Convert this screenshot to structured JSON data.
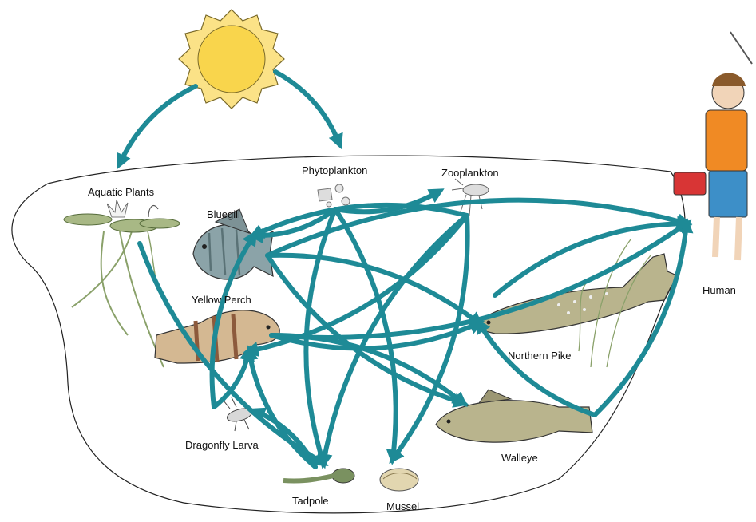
{
  "diagram": {
    "type": "pond food web",
    "colors": {
      "arrow": "#1e8a96",
      "sun_fill": "#fbe287",
      "sun_stroke": "#7a6a2a",
      "pond_outline": "#222222",
      "fish_body": "#b9b48d",
      "fish_dark": "#6e7b56",
      "bluegill": "#8ba3a8",
      "perch_stripe": "#8c5a3c",
      "plant": "#8aa16a",
      "vest": "#f08a24",
      "shorts": "#3d8fc8",
      "tackle_box": "#d83535"
    },
    "organisms": {
      "sun": {
        "label": "",
        "icon": "sun-icon"
      },
      "aquatic_plants": {
        "label": "Aquatic Plants",
        "icon": "aquatic-plants-icon"
      },
      "phytoplankton": {
        "label": "Phytoplankton",
        "icon": "phytoplankton-icon"
      },
      "zooplankton": {
        "label": "Zooplankton",
        "icon": "zooplankton-icon"
      },
      "bluegill": {
        "label": "Bluegill",
        "icon": "bluegill-icon"
      },
      "yellow_perch": {
        "label": "Yellow Perch",
        "icon": "yellow-perch-icon"
      },
      "northern_pike": {
        "label": "Northern Pike",
        "icon": "northern-pike-icon"
      },
      "walleye": {
        "label": "Walleye",
        "icon": "walleye-icon"
      },
      "dragonfly_larva": {
        "label": "Dragonfly Larva",
        "icon": "dragonfly-larva-icon"
      },
      "tadpole": {
        "label": "Tadpole",
        "icon": "tadpole-icon"
      },
      "mussel": {
        "label": "Mussel",
        "icon": "mussel-icon"
      },
      "human": {
        "label": "Human",
        "icon": "human-icon"
      }
    },
    "energy_flows": [
      [
        "sun",
        "aquatic_plants"
      ],
      [
        "sun",
        "phytoplankton"
      ],
      [
        "phytoplankton",
        "zooplankton"
      ],
      [
        "phytoplankton",
        "bluegill"
      ],
      [
        "phytoplankton",
        "tadpole"
      ],
      [
        "phytoplankton",
        "mussel"
      ],
      [
        "zooplankton",
        "bluegill"
      ],
      [
        "zooplankton",
        "yellow_perch"
      ],
      [
        "zooplankton",
        "tadpole"
      ],
      [
        "zooplankton",
        "mussel"
      ],
      [
        "aquatic_plants",
        "tadpole"
      ],
      [
        "bluegill",
        "northern_pike"
      ],
      [
        "bluegill",
        "walleye"
      ],
      [
        "bluegill",
        "human"
      ],
      [
        "yellow_perch",
        "northern_pike"
      ],
      [
        "yellow_perch",
        "walleye"
      ],
      [
        "yellow_perch",
        "human"
      ],
      [
        "dragonfly_larva",
        "bluegill"
      ],
      [
        "dragonfly_larva",
        "yellow_perch"
      ],
      [
        "tadpole",
        "yellow_perch"
      ],
      [
        "tadpole",
        "dragonfly_larva"
      ],
      [
        "walleye",
        "northern_pike"
      ],
      [
        "walleye",
        "human"
      ],
      [
        "northern_pike",
        "human"
      ]
    ]
  }
}
